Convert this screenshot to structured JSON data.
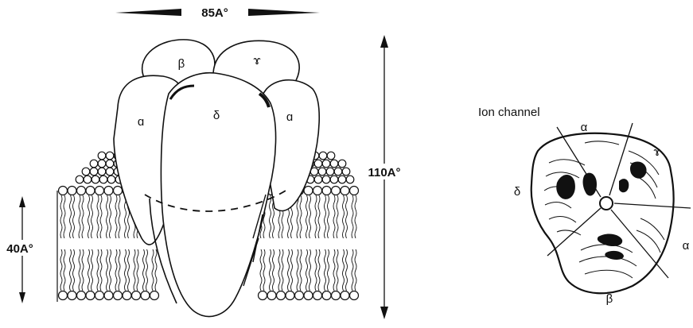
{
  "dimensions": {
    "width_label": "85A°",
    "height_label": "110A°",
    "membrane_label": "40A°"
  },
  "receptor_side": {
    "subunits": {
      "beta": "β",
      "gamma": "ɤ",
      "alpha_left": "ɑ",
      "delta": "δ",
      "alpha_right": "ɑ"
    }
  },
  "receptor_top": {
    "channel_label": "Ion channel",
    "subunits": {
      "alpha_top": "α",
      "gamma": "ɤ",
      "delta": "δ",
      "alpha_right": "α",
      "beta": "β"
    }
  }
}
